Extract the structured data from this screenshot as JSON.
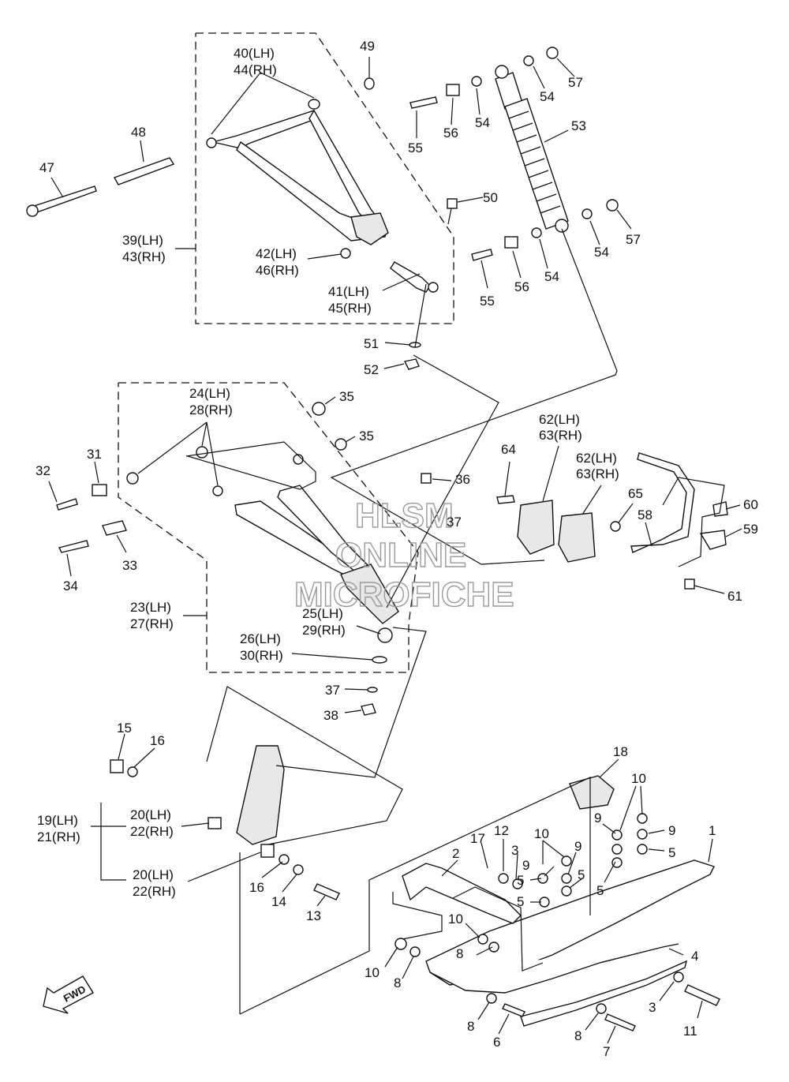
{
  "labels": {
    "p40": "40(LH)",
    "p44": "44(RH)",
    "p49": "49",
    "p48": "48",
    "p47": "47",
    "p39": "39(LH)",
    "p43": "43(RH)",
    "p42": "42(LH)",
    "p46": "46(RH)",
    "p41": "41(LH)",
    "p45": "45(RH)",
    "p50": "50",
    "p51": "51",
    "p52": "52",
    "p53": "53",
    "p54a": "54",
    "p54b": "54",
    "p54c": "54",
    "p54d": "54",
    "p55a": "55",
    "p55b": "55",
    "p56a": "56",
    "p56b": "56",
    "p57a": "57",
    "p57b": "57",
    "p24": "24(LH)",
    "p28": "28(RH)",
    "p35a": "35",
    "p35b": "35",
    "p36": "36",
    "p37a": "37",
    "p31": "31",
    "p32": "32",
    "p33": "33",
    "p34": "34",
    "p23": "23(LH)",
    "p27": "27(RH)",
    "p25": "25(LH)",
    "p29": "29(RH)",
    "p26": "26(LH)",
    "p30": "30(RH)",
    "p37b": "37",
    "p38": "38",
    "p62a": "62(LH)",
    "p63a": "63(RH)",
    "p62b": "62(LH)",
    "p63b": "63(RH)",
    "p64": "64",
    "p65": "65",
    "p58": "58",
    "p60": "60",
    "p59": "59",
    "p61": "61",
    "p15": "15",
    "p16a": "16",
    "p19": "19(LH)",
    "p21": "21(RH)",
    "p20a": "20(LH)",
    "p22a": "22(RH)",
    "p20b": "20(LH)",
    "p22b": "22(RH)",
    "p16b": "16",
    "p14": "14",
    "p13": "13",
    "p18": "18",
    "p10a": "10",
    "p10b": "10",
    "p10c": "10",
    "p10d": "10",
    "p9a": "9",
    "p9b": "9",
    "p9c": "9",
    "p9d": "9",
    "p5a": "5",
    "p5b": "5",
    "p5c": "5",
    "p5d": "5",
    "p1": "1",
    "p17": "17",
    "p12": "12",
    "p3a": "3",
    "p2": "2",
    "p8a": "8",
    "p8b": "8",
    "p8c": "8",
    "p8d": "8",
    "p4": "4",
    "p3b": "3",
    "p11": "11",
    "p6": "6",
    "p7": "7"
  },
  "watermark": {
    "line1": "HLSM",
    "line2": "ONLINE",
    "line3": "MICROFICHE"
  },
  "fwd_label": "FWD"
}
